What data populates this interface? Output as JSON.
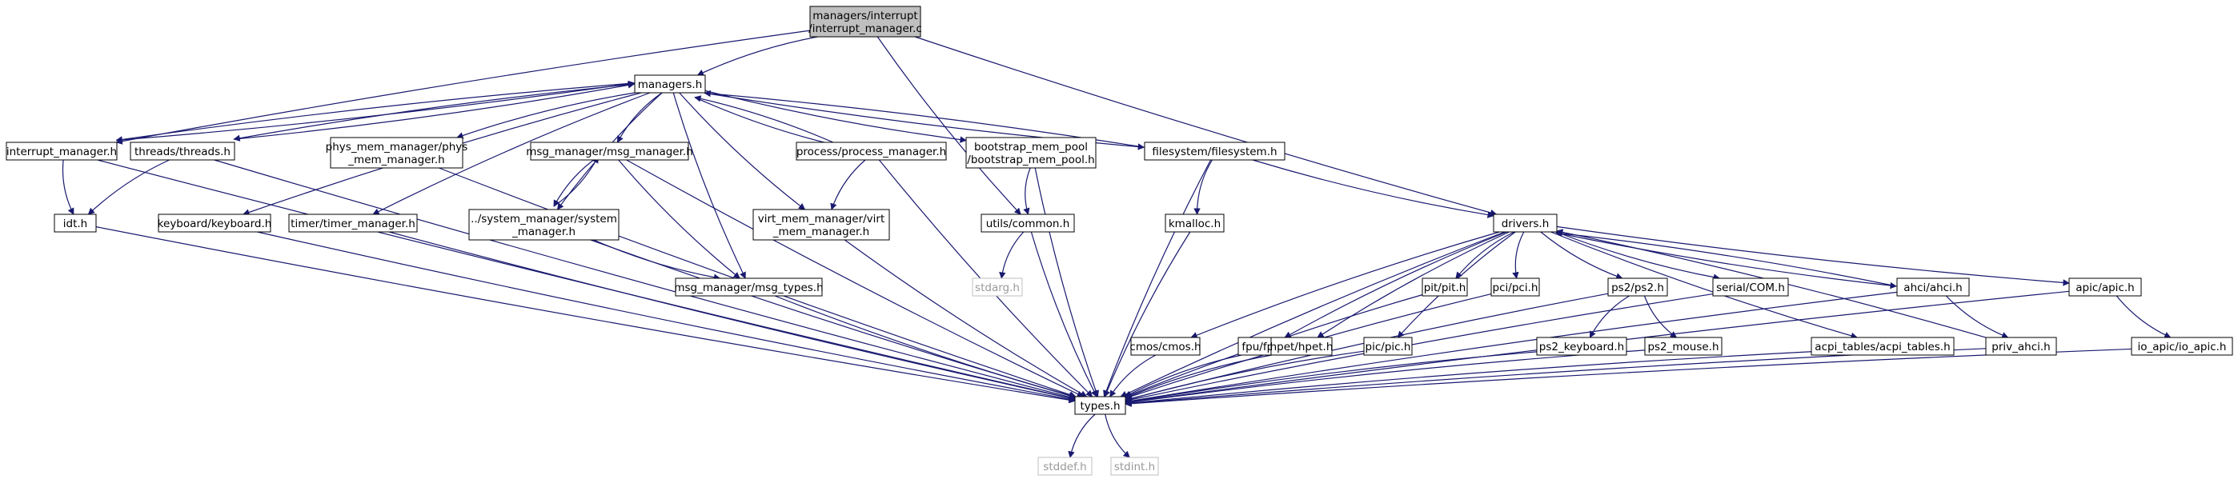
{
  "colors": {
    "edge": "#191970",
    "root_fill": "#bfbfbf",
    "node_border": "#000000",
    "external_border": "#bfbfbf",
    "external_text": "#999999",
    "background": "#ffffff"
  },
  "nodes": [
    {
      "id": "root",
      "lines": [
        "managers/interrupt",
        "/interrupt_manager.c"
      ],
      "style": "root"
    },
    {
      "id": "managers",
      "lines": [
        "managers.h"
      ],
      "style": "normal"
    },
    {
      "id": "interrupt_manager",
      "lines": [
        "interrupt_manager.h"
      ],
      "style": "normal"
    },
    {
      "id": "threads",
      "lines": [
        "threads/threads.h"
      ],
      "style": "normal"
    },
    {
      "id": "phys_mem",
      "lines": [
        "phys_mem_manager/phys",
        "_mem_manager.h"
      ],
      "style": "normal"
    },
    {
      "id": "msg_manager",
      "lines": [
        "msg_manager/msg_manager.h"
      ],
      "style": "normal"
    },
    {
      "id": "process_manager",
      "lines": [
        "process/process_manager.h"
      ],
      "style": "normal"
    },
    {
      "id": "bootstrap",
      "lines": [
        "bootstrap_mem_pool",
        "/bootstrap_mem_pool.h"
      ],
      "style": "normal"
    },
    {
      "id": "filesystem",
      "lines": [
        "filesystem/filesystem.h"
      ],
      "style": "normal"
    },
    {
      "id": "idt",
      "lines": [
        "idt.h"
      ],
      "style": "normal"
    },
    {
      "id": "keyboard",
      "lines": [
        "keyboard/keyboard.h"
      ],
      "style": "normal"
    },
    {
      "id": "timer",
      "lines": [
        "timer/timer_manager.h"
      ],
      "style": "normal"
    },
    {
      "id": "system_manager",
      "lines": [
        "../system_manager/system",
        "_manager.h"
      ],
      "style": "normal"
    },
    {
      "id": "virt_mem",
      "lines": [
        "virt_mem_manager/virt",
        "_mem_manager.h"
      ],
      "style": "normal"
    },
    {
      "id": "common",
      "lines": [
        "utils/common.h"
      ],
      "style": "normal"
    },
    {
      "id": "kmalloc",
      "lines": [
        "kmalloc.h"
      ],
      "style": "normal"
    },
    {
      "id": "drivers",
      "lines": [
        "drivers.h"
      ],
      "style": "normal"
    },
    {
      "id": "stdarg",
      "lines": [
        "stdarg.h"
      ],
      "style": "external"
    },
    {
      "id": "msg_types",
      "lines": [
        "msg_manager/msg_types.h"
      ],
      "style": "normal"
    },
    {
      "id": "pit",
      "lines": [
        "pit/pit.h"
      ],
      "style": "normal"
    },
    {
      "id": "pci",
      "lines": [
        "pci/pci.h"
      ],
      "style": "normal"
    },
    {
      "id": "ps2",
      "lines": [
        "ps2/ps2.h"
      ],
      "style": "normal"
    },
    {
      "id": "serial",
      "lines": [
        "serial/COM.h"
      ],
      "style": "normal"
    },
    {
      "id": "ahci",
      "lines": [
        "ahci/ahci.h"
      ],
      "style": "normal"
    },
    {
      "id": "apic",
      "lines": [
        "apic/apic.h"
      ],
      "style": "normal"
    },
    {
      "id": "cmos",
      "lines": [
        "cmos/cmos.h"
      ],
      "style": "normal"
    },
    {
      "id": "fpu",
      "lines": [
        "fpu/fpu.h"
      ],
      "style": "normal"
    },
    {
      "id": "hpet",
      "lines": [
        "hpet/hpet.h"
      ],
      "style": "normal"
    },
    {
      "id": "pic",
      "lines": [
        "pic/pic.h"
      ],
      "style": "normal"
    },
    {
      "id": "ps2_keyboard",
      "lines": [
        "ps2_keyboard.h"
      ],
      "style": "normal"
    },
    {
      "id": "ps2_mouse",
      "lines": [
        "ps2_mouse.h"
      ],
      "style": "normal"
    },
    {
      "id": "acpi",
      "lines": [
        "acpi_tables/acpi_tables.h"
      ],
      "style": "normal"
    },
    {
      "id": "priv_ahci",
      "lines": [
        "priv_ahci.h"
      ],
      "style": "normal"
    },
    {
      "id": "io_apic",
      "lines": [
        "io_apic/io_apic.h"
      ],
      "style": "normal"
    },
    {
      "id": "types",
      "lines": [
        "types.h"
      ],
      "style": "normal"
    },
    {
      "id": "stddef",
      "lines": [
        "stddef.h"
      ],
      "style": "external"
    },
    {
      "id": "stdint",
      "lines": [
        "stdint.h"
      ],
      "style": "external"
    }
  ],
  "edges": [
    [
      "root",
      "managers"
    ],
    [
      "root",
      "interrupt_manager"
    ],
    [
      "root",
      "common"
    ],
    [
      "root",
      "drivers"
    ],
    [
      "managers",
      "interrupt_manager"
    ],
    [
      "managers",
      "threads"
    ],
    [
      "managers",
      "phys_mem"
    ],
    [
      "managers",
      "msg_manager"
    ],
    [
      "managers",
      "process_manager"
    ],
    [
      "managers",
      "bootstrap"
    ],
    [
      "managers",
      "filesystem"
    ],
    [
      "managers",
      "keyboard"
    ],
    [
      "managers",
      "timer"
    ],
    [
      "managers",
      "system_manager"
    ],
    [
      "managers",
      "virt_mem"
    ],
    [
      "managers",
      "msg_types"
    ],
    [
      "interrupt_manager",
      "managers"
    ],
    [
      "threads",
      "managers"
    ],
    [
      "process_manager",
      "managers"
    ],
    [
      "filesystem",
      "managers"
    ],
    [
      "interrupt_manager",
      "idt"
    ],
    [
      "interrupt_manager",
      "types"
    ],
    [
      "threads",
      "idt"
    ],
    [
      "threads",
      "types"
    ],
    [
      "idt",
      "types"
    ],
    [
      "phys_mem",
      "types"
    ],
    [
      "keyboard",
      "types"
    ],
    [
      "timer",
      "types"
    ],
    [
      "msg_manager",
      "system_manager"
    ],
    [
      "system_manager",
      "msg_manager"
    ],
    [
      "msg_manager",
      "msg_types"
    ],
    [
      "msg_manager",
      "types"
    ],
    [
      "system_manager",
      "msg_types"
    ],
    [
      "system_manager",
      "types"
    ],
    [
      "process_manager",
      "virt_mem"
    ],
    [
      "process_manager",
      "types"
    ],
    [
      "virt_mem",
      "types"
    ],
    [
      "msg_types",
      "types"
    ],
    [
      "bootstrap",
      "common"
    ],
    [
      "bootstrap",
      "types"
    ],
    [
      "common",
      "stdarg"
    ],
    [
      "common",
      "types"
    ],
    [
      "filesystem",
      "kmalloc"
    ],
    [
      "filesystem",
      "drivers"
    ],
    [
      "filesystem",
      "types"
    ],
    [
      "kmalloc",
      "types"
    ],
    [
      "drivers",
      "pit"
    ],
    [
      "drivers",
      "pci"
    ],
    [
      "drivers",
      "ps2"
    ],
    [
      "drivers",
      "serial"
    ],
    [
      "drivers",
      "ahci"
    ],
    [
      "drivers",
      "apic"
    ],
    [
      "drivers",
      "cmos"
    ],
    [
      "drivers",
      "fpu"
    ],
    [
      "drivers",
      "hpet"
    ],
    [
      "drivers",
      "pic"
    ],
    [
      "drivers",
      "acpi"
    ],
    [
      "drivers",
      "types"
    ],
    [
      "ahci",
      "drivers"
    ],
    [
      "priv_ahci",
      "drivers"
    ],
    [
      "pit",
      "types"
    ],
    [
      "pci",
      "types"
    ],
    [
      "ps2",
      "ps2_keyboard"
    ],
    [
      "ps2",
      "ps2_mouse"
    ],
    [
      "ps2",
      "types"
    ],
    [
      "serial",
      "types"
    ],
    [
      "ahci",
      "priv_ahci"
    ],
    [
      "ahci",
      "types"
    ],
    [
      "apic",
      "io_apic"
    ],
    [
      "apic",
      "types"
    ],
    [
      "cmos",
      "types"
    ],
    [
      "fpu",
      "types"
    ],
    [
      "hpet",
      "types"
    ],
    [
      "pic",
      "types"
    ],
    [
      "ps2_keyboard",
      "types"
    ],
    [
      "ps2_mouse",
      "types"
    ],
    [
      "acpi",
      "types"
    ],
    [
      "priv_ahci",
      "types"
    ],
    [
      "io_apic",
      "types"
    ],
    [
      "types",
      "stddef"
    ],
    [
      "types",
      "stdint"
    ]
  ]
}
